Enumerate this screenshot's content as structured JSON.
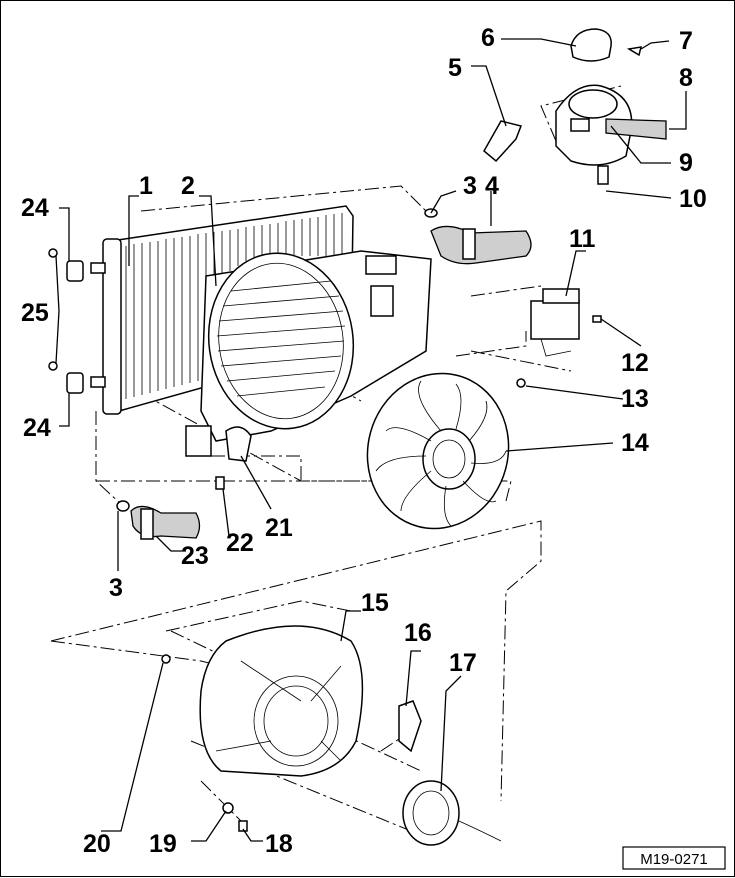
{
  "callouts": [
    {
      "id": "c1",
      "text": "1"
    },
    {
      "id": "c2",
      "text": "2"
    },
    {
      "id": "c3a",
      "text": "3"
    },
    {
      "id": "c3b",
      "text": "3"
    },
    {
      "id": "c4",
      "text": "4"
    },
    {
      "id": "c5",
      "text": "5"
    },
    {
      "id": "c6",
      "text": "6"
    },
    {
      "id": "c7",
      "text": "7"
    },
    {
      "id": "c8",
      "text": "8"
    },
    {
      "id": "c9",
      "text": "9"
    },
    {
      "id": "c10",
      "text": "10"
    },
    {
      "id": "c11",
      "text": "11"
    },
    {
      "id": "c12",
      "text": "12"
    },
    {
      "id": "c13",
      "text": "13"
    },
    {
      "id": "c14",
      "text": "14"
    },
    {
      "id": "c15",
      "text": "15"
    },
    {
      "id": "c16",
      "text": "16"
    },
    {
      "id": "c17",
      "text": "17"
    },
    {
      "id": "c18",
      "text": "18"
    },
    {
      "id": "c19",
      "text": "19"
    },
    {
      "id": "c20",
      "text": "20"
    },
    {
      "id": "c21",
      "text": "21"
    },
    {
      "id": "c22",
      "text": "22"
    },
    {
      "id": "c23",
      "text": "23"
    },
    {
      "id": "c24a",
      "text": "24"
    },
    {
      "id": "c24b",
      "text": "24"
    },
    {
      "id": "c25",
      "text": "25"
    }
  ],
  "figure_reference": "M19-0271"
}
